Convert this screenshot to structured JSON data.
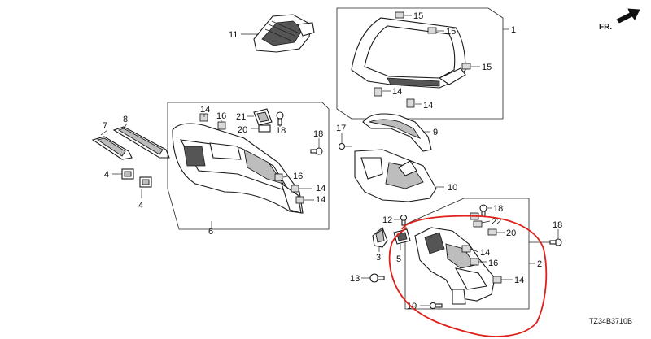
{
  "callouts": {
    "c1": "1",
    "c2": "2",
    "c3": "3",
    "c4a": "4",
    "c4b": "4",
    "c5": "5",
    "c6": "6",
    "c7": "7",
    "c8": "8",
    "c9": "9",
    "c10": "10",
    "c11": "11",
    "c12": "12",
    "c13": "13",
    "c14a": "14",
    "c14b": "14",
    "c14c": "14",
    "c14d": "14",
    "c14e": "14",
    "c14f": "14",
    "c14g": "14",
    "c15a": "15",
    "c15b": "15",
    "c15c": "15",
    "c16a": "16",
    "c16b": "16",
    "c16c": "16",
    "c17": "17",
    "c18a": "18",
    "c18b": "18",
    "c18c": "18",
    "c18d": "18",
    "c19": "19",
    "c20a": "20",
    "c20b": "20",
    "c21": "21",
    "c22": "22"
  },
  "direction_label": "FR.",
  "diagram_code": "TZ34B3710B",
  "colors": {
    "line": "#1a1a1a",
    "highlight": "#e0201b",
    "shade": "#bdbdbd"
  }
}
